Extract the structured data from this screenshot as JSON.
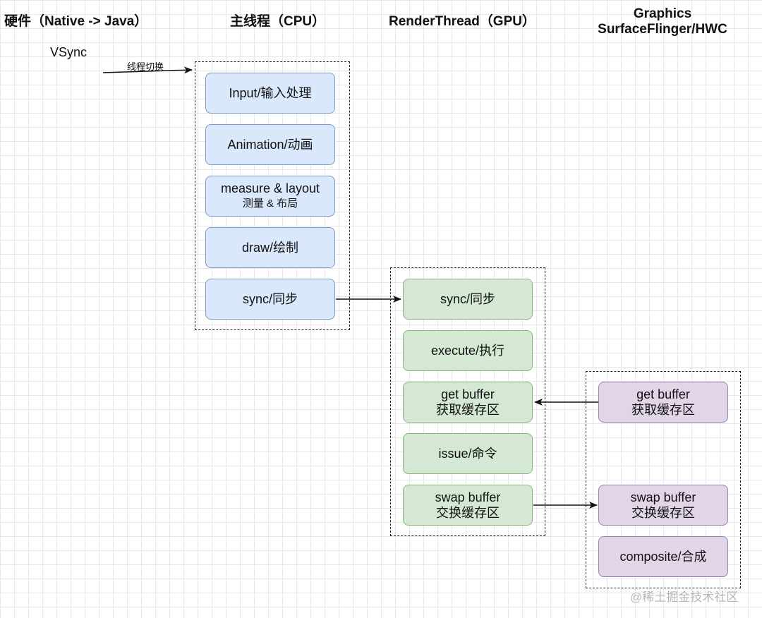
{
  "columns": {
    "hardware": "硬件（Native -> Java）",
    "main_thread": "主线程（CPU）",
    "render_thread": "RenderThread（GPU）",
    "graphics_line1": "Graphics",
    "graphics_line2": "SurfaceFlinger/HWC"
  },
  "vsync_label": "VSync",
  "thread_switch_label": "线程切换",
  "main_thread_steps": [
    {
      "line1": "Input/输入处理",
      "line2": ""
    },
    {
      "line1": "Animation/动画",
      "line2": ""
    },
    {
      "line1": "measure & layout",
      "line2": "测量 & 布局"
    },
    {
      "line1": "draw/绘制",
      "line2": ""
    },
    {
      "line1": "sync/同步",
      "line2": ""
    }
  ],
  "render_thread_steps": [
    {
      "line1": "sync/同步",
      "line2": ""
    },
    {
      "line1": "execute/执行",
      "line2": ""
    },
    {
      "line1": "get buffer",
      "line2": "获取缓存区"
    },
    {
      "line1": "issue/命令",
      "line2": ""
    },
    {
      "line1": "swap buffer",
      "line2": "交换缓存区"
    }
  ],
  "graphics_steps": [
    {
      "line1": "get buffer",
      "line2": "获取缓存区"
    },
    {
      "line1": "swap buffer",
      "line2": "交换缓存区"
    },
    {
      "line1": "composite/合成",
      "line2": ""
    }
  ],
  "watermark": "@稀土掘金技术社区",
  "colors": {
    "main_fill": "#dae8fc",
    "render_fill": "#d5e8d4",
    "graphics_fill": "#e1d5e7"
  }
}
